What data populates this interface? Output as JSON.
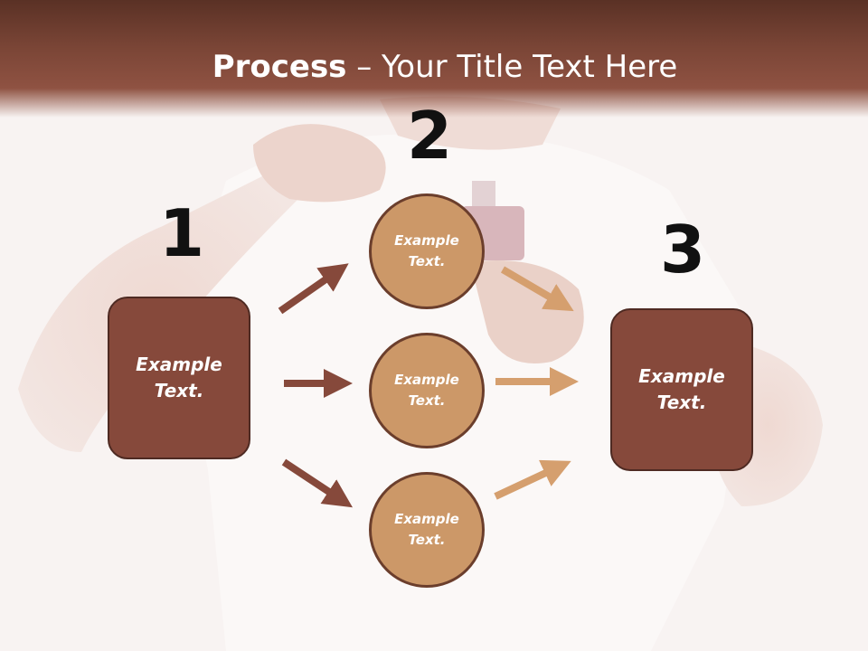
{
  "title": {
    "bold": "Process",
    "rest": " – Your Title Text Here"
  },
  "steps": {
    "one": {
      "number": "1",
      "text": "Example Text."
    },
    "two": {
      "number": "2"
    },
    "three": {
      "number": "3",
      "text": "Example Text."
    }
  },
  "circles": [
    {
      "text": "Example Text."
    },
    {
      "text": "Example Text."
    },
    {
      "text": "Example Text."
    }
  ],
  "colors": {
    "title_bar": "#7a4536",
    "box_fill": "#86493b",
    "circle_fill": "#cc9868",
    "arrow_dark": "#86493b",
    "arrow_light": "#cc9868"
  }
}
